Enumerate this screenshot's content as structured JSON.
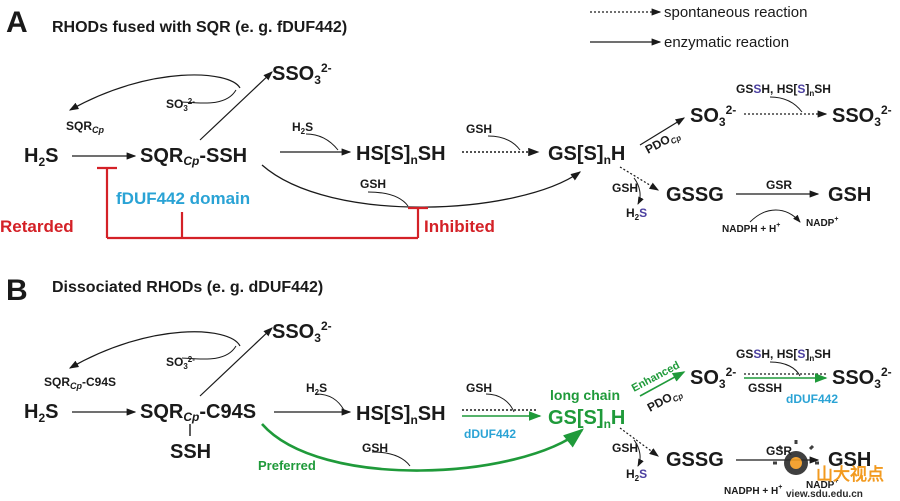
{
  "legend": {
    "spontaneous": "spontaneous reaction",
    "enzymatic": "enzymatic reaction"
  },
  "panelA": {
    "letter": "A",
    "title": "RHODs fused with SQR (e. g. fDUF442)",
    "h2s": "H2S",
    "sqr_ssh": "SQRCp-SSH",
    "sqr_cp": "SQRCp",
    "so3": "SO32-",
    "sso3": "SSO32-",
    "hs_s_sh": "HS[S]nSH",
    "gs_s_h": "GS[S]nH",
    "h2s_small": "H2S",
    "gsh_mid": "GSH",
    "gsh_curve": "GSH",
    "pdo": "PDOCp",
    "so3_right": "SO32-",
    "sso3_right": "SSO32-",
    "gssh_label": "GSSH, HS[S]nSH",
    "gsh_left": "GSH",
    "h2s_lower": "H2S",
    "gssg": "GSSG",
    "gsr": "GSR",
    "gsh_final": "GSH",
    "nadph": "NADPH + H+",
    "nadp": "NADP+",
    "domain": "fDUF442 domain",
    "retarded": "Retarded",
    "inhibited": "Inhibited"
  },
  "panelB": {
    "letter": "B",
    "title": "Dissociated RHODs (e. g. dDUF442)",
    "h2s": "H2S",
    "sqr_c94s": "SQRCp-C94S",
    "sqr_c94s_small": "SQRCp-C94S",
    "ssh": "SSH",
    "so3": "SO32-",
    "sso3": "SSO32-",
    "h2s_small": "H2S",
    "hs_s_sh": "HS[S]nSH",
    "gsh_mid": "GSH",
    "dduf_mid": "dDUF442",
    "long_chain": "long chain",
    "gs_s_h": "GS[S]nH",
    "enhanced": "Enhanced",
    "pdo": "PDOCp",
    "so3_right": "SO32-",
    "sso3_right": "SSO32-",
    "gssh_label": "GSSH, HS[S]nSH",
    "gssh_lower": "GSSH",
    "dduf_right": "dDUF442",
    "preferred": "Preferred",
    "gsh_curve": "GSH",
    "gsh_left": "GSH",
    "h2s_lower": "H2S",
    "gssg": "GSSG",
    "gsr": "GSR",
    "gsh_final": "GSH",
    "nadph": "NADPH + H+",
    "nadp": "NADP+"
  },
  "watermark": {
    "text": "山大视点",
    "url": "view.sdu.edu.cn"
  },
  "colors": {
    "text": "#1a1a1a",
    "inhibit_red": "#d42127",
    "domain_cyan": "#2aa3d5",
    "enhanced_green": "#1f9a3a",
    "sulfur_purple": "#4b3fa0"
  }
}
